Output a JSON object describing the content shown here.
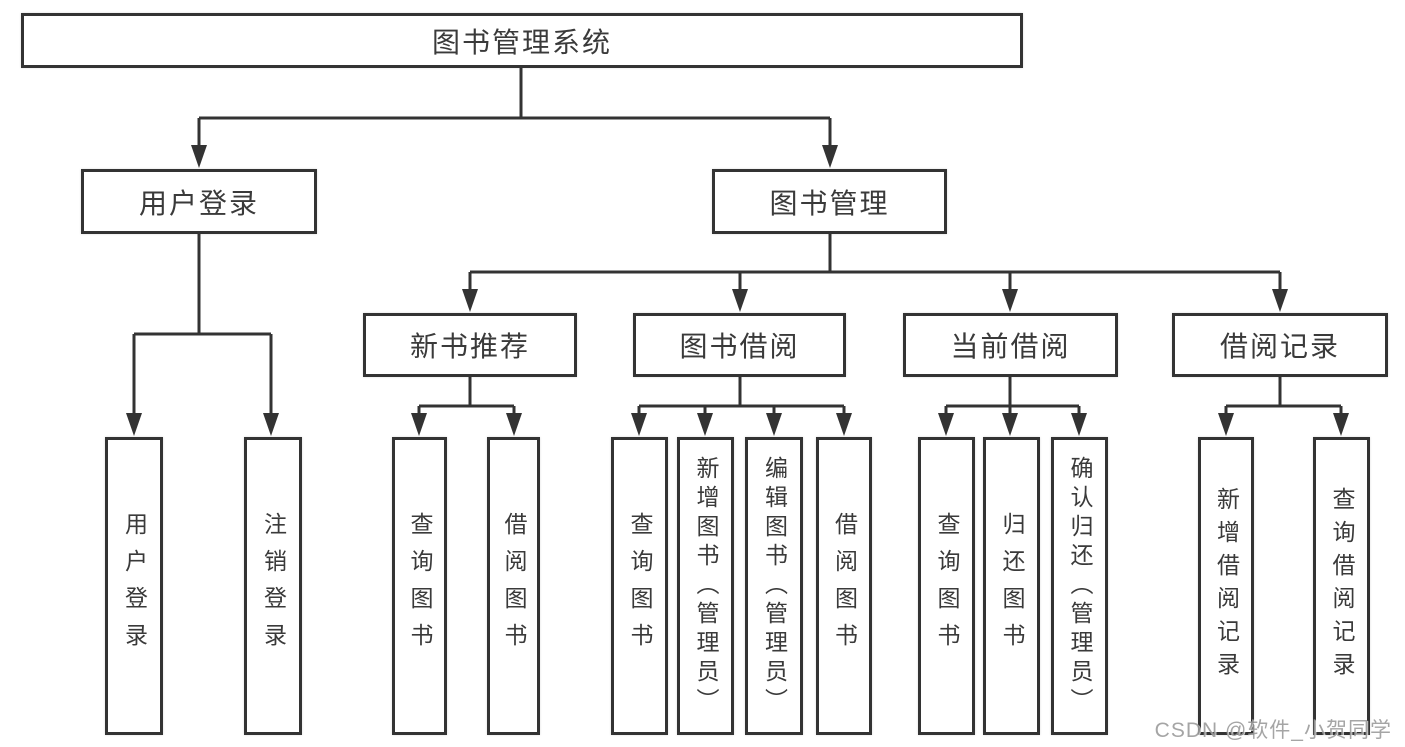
{
  "nodes": {
    "root": "图书管理系统",
    "user_login": "用户登录",
    "book_management": "图书管理",
    "new_book_recommend": "新书推荐",
    "book_borrow": "图书借阅",
    "current_borrow": "当前借阅",
    "borrow_record": "借阅记录",
    "leaf_user_login": "用户登录",
    "leaf_logout_login": "注销登录",
    "leaf_rec_query_book": "查询图书",
    "leaf_rec_borrow_book": "借阅图书",
    "leaf_bb_query_book": "查询图书",
    "leaf_bb_add_book": "新增图书（管理员）",
    "leaf_bb_edit_book": "编辑图书（管理员）",
    "leaf_bb_borrow_book": "借阅图书",
    "leaf_cb_query_book": "查询图书",
    "leaf_cb_return_book": "归还图书",
    "leaf_cb_confirm_return": "确认归还（管理员）",
    "leaf_br_add_record": "新增借阅记录",
    "leaf_br_query_record": "查询借阅记录"
  },
  "watermark": "CSDN @软件_小贺同学",
  "colors": {
    "line": "#333333",
    "box_background": "#ffffff",
    "watermark": "#9c9c9c"
  }
}
